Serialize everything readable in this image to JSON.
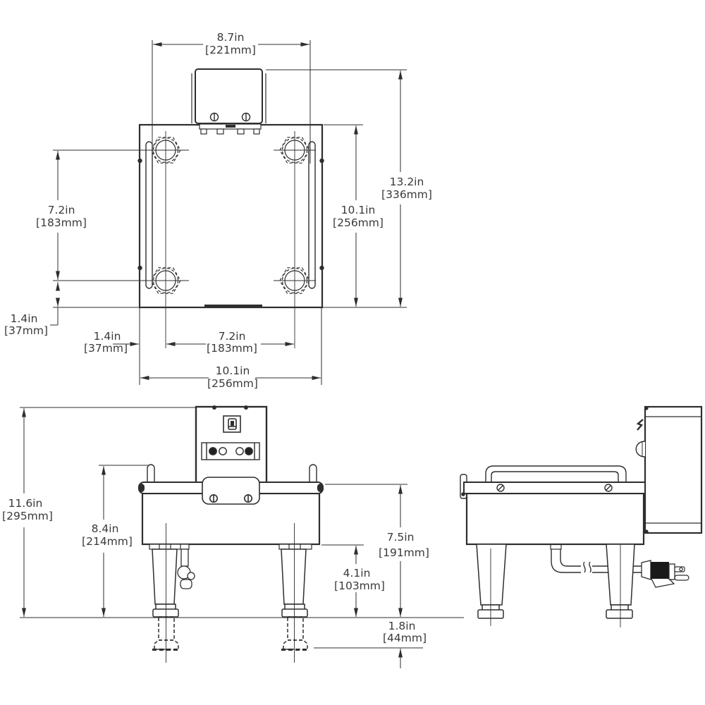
{
  "meta": {
    "background_color": "#ffffff",
    "line_color": "#2e2e2e",
    "text_color": "#3a3a3a",
    "drawing_kind": "equipment dimension drawing (top, front, side views)"
  },
  "dims": {
    "t_cover_w": {
      "in": "8.7in",
      "mm": "[221mm]"
    },
    "t_overall_d": {
      "in": "13.2in",
      "mm": "[336mm]"
    },
    "t_plate_d": {
      "in": "10.1in",
      "mm": "[256mm]"
    },
    "t_leg_pitch_d": {
      "in": "7.2in",
      "mm": "[183mm]"
    },
    "t_leg_inset_d": {
      "in": "1.4in",
      "mm": "[37mm]"
    },
    "t_leg_inset_w": {
      "in": "1.4in",
      "mm": "[37mm]"
    },
    "t_leg_pitch_w": {
      "in": "7.2in",
      "mm": "[183mm]"
    },
    "t_plate_w": {
      "in": "10.1in",
      "mm": "[256mm]"
    },
    "f_overall_h": {
      "in": "11.6in",
      "mm": "[295mm]"
    },
    "f_post_h": {
      "in": "8.4in",
      "mm": "[214mm]"
    },
    "f_body_h": {
      "in": "7.5in",
      "mm": "[191mm]"
    },
    "f_clearance_h": {
      "in": "4.1in",
      "mm": "[103mm]"
    },
    "f_foot_ext": {
      "in": "1.8in",
      "mm": "[44mm]"
    }
  }
}
